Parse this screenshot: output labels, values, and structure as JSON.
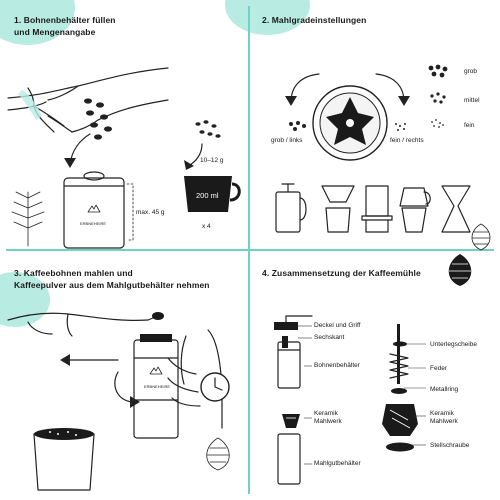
{
  "colors": {
    "accent": "#6fd3c4",
    "accent_light": "#b8ece3",
    "ink": "#1a1a1a"
  },
  "panel1": {
    "title_line1": "1. Bohnenbehälter füllen",
    "title_line2": "und Mengenangabe",
    "max_label": "max. 45 g",
    "range_label": "10–12 g",
    "cup_label": "200 ml",
    "times_label": "x 4",
    "brand": "ERBNEHEIRE",
    "icons": [
      "hand-icon",
      "coffee-beans-icon",
      "grinder-icon",
      "cup-icon",
      "arrow-icon",
      "pine-branch-icon"
    ]
  },
  "panel2": {
    "title": "2. Mahlgradeinstellungen",
    "left_label": "grob / links",
    "right_label": "fein / rechts",
    "legend": [
      "grob",
      "mittel",
      "fein"
    ],
    "icons": [
      "burr-icon",
      "french-press-icon",
      "pour-over-icon",
      "aeropress-icon",
      "moka-pot-icon",
      "chemex-icon"
    ]
  },
  "panel3": {
    "title_line1": "3. Kaffeebohnen mahlen und",
    "title_line2": "Kaffeepulver aus dem Mahlgutbehälter nehmen",
    "brand": "ERBNEHEIRE",
    "icons": [
      "hands-icon",
      "grinder-icon",
      "clock-icon",
      "powder-container-icon",
      "pine-cone-icon"
    ]
  },
  "panel4": {
    "title": "4. Zusammensetzung der Kaffeemühle",
    "left_parts": [
      "Deckel und Griff",
      "Sechskant",
      "Bohnenbehälter",
      "Keramik",
      "Mahlwerk",
      "Mahlgutbehälter"
    ],
    "right_parts": [
      "Unterlegscheibe",
      "Feder",
      "Metallring",
      "Keramik",
      "Mahlwerk",
      "Stellschraube"
    ],
    "icons": [
      "pine-cone-icon",
      "spring-icon",
      "burr-icon"
    ]
  }
}
